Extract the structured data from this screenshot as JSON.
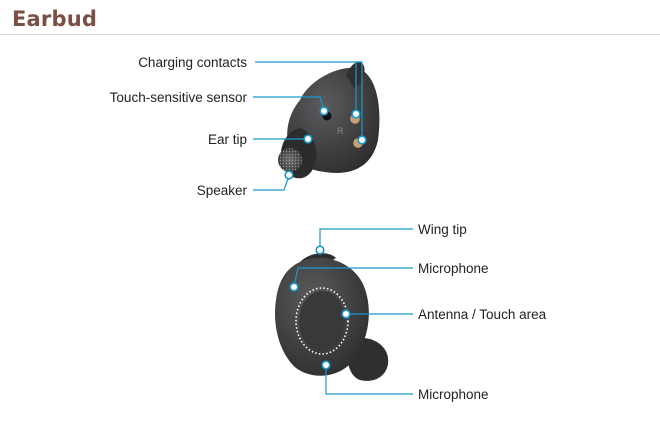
{
  "page": {
    "title": "Earbud"
  },
  "colors": {
    "title": "#7a4f45",
    "leader_line": "#1a98c9",
    "earbud_body": "#3a3a3c",
    "earbud_highlight": "#5a5a5d",
    "contacts": "#c9a072",
    "text": "#222222"
  },
  "icons": {
    "earbud_back": "earbud-back-view-icon",
    "earbud_front": "earbud-front-view-icon"
  },
  "diagram": {
    "top_view": {
      "labels": {
        "charging_contacts": "Charging contacts",
        "touch_sensor": "Touch-sensitive sensor",
        "ear_tip": "Ear tip",
        "speaker": "Speaker"
      },
      "side_marker": "R"
    },
    "bottom_view": {
      "labels": {
        "wing_tip": "Wing tip",
        "microphone_top": "Microphone",
        "antenna_touch": "Antenna / Touch area",
        "microphone_bottom": "Microphone"
      }
    }
  }
}
